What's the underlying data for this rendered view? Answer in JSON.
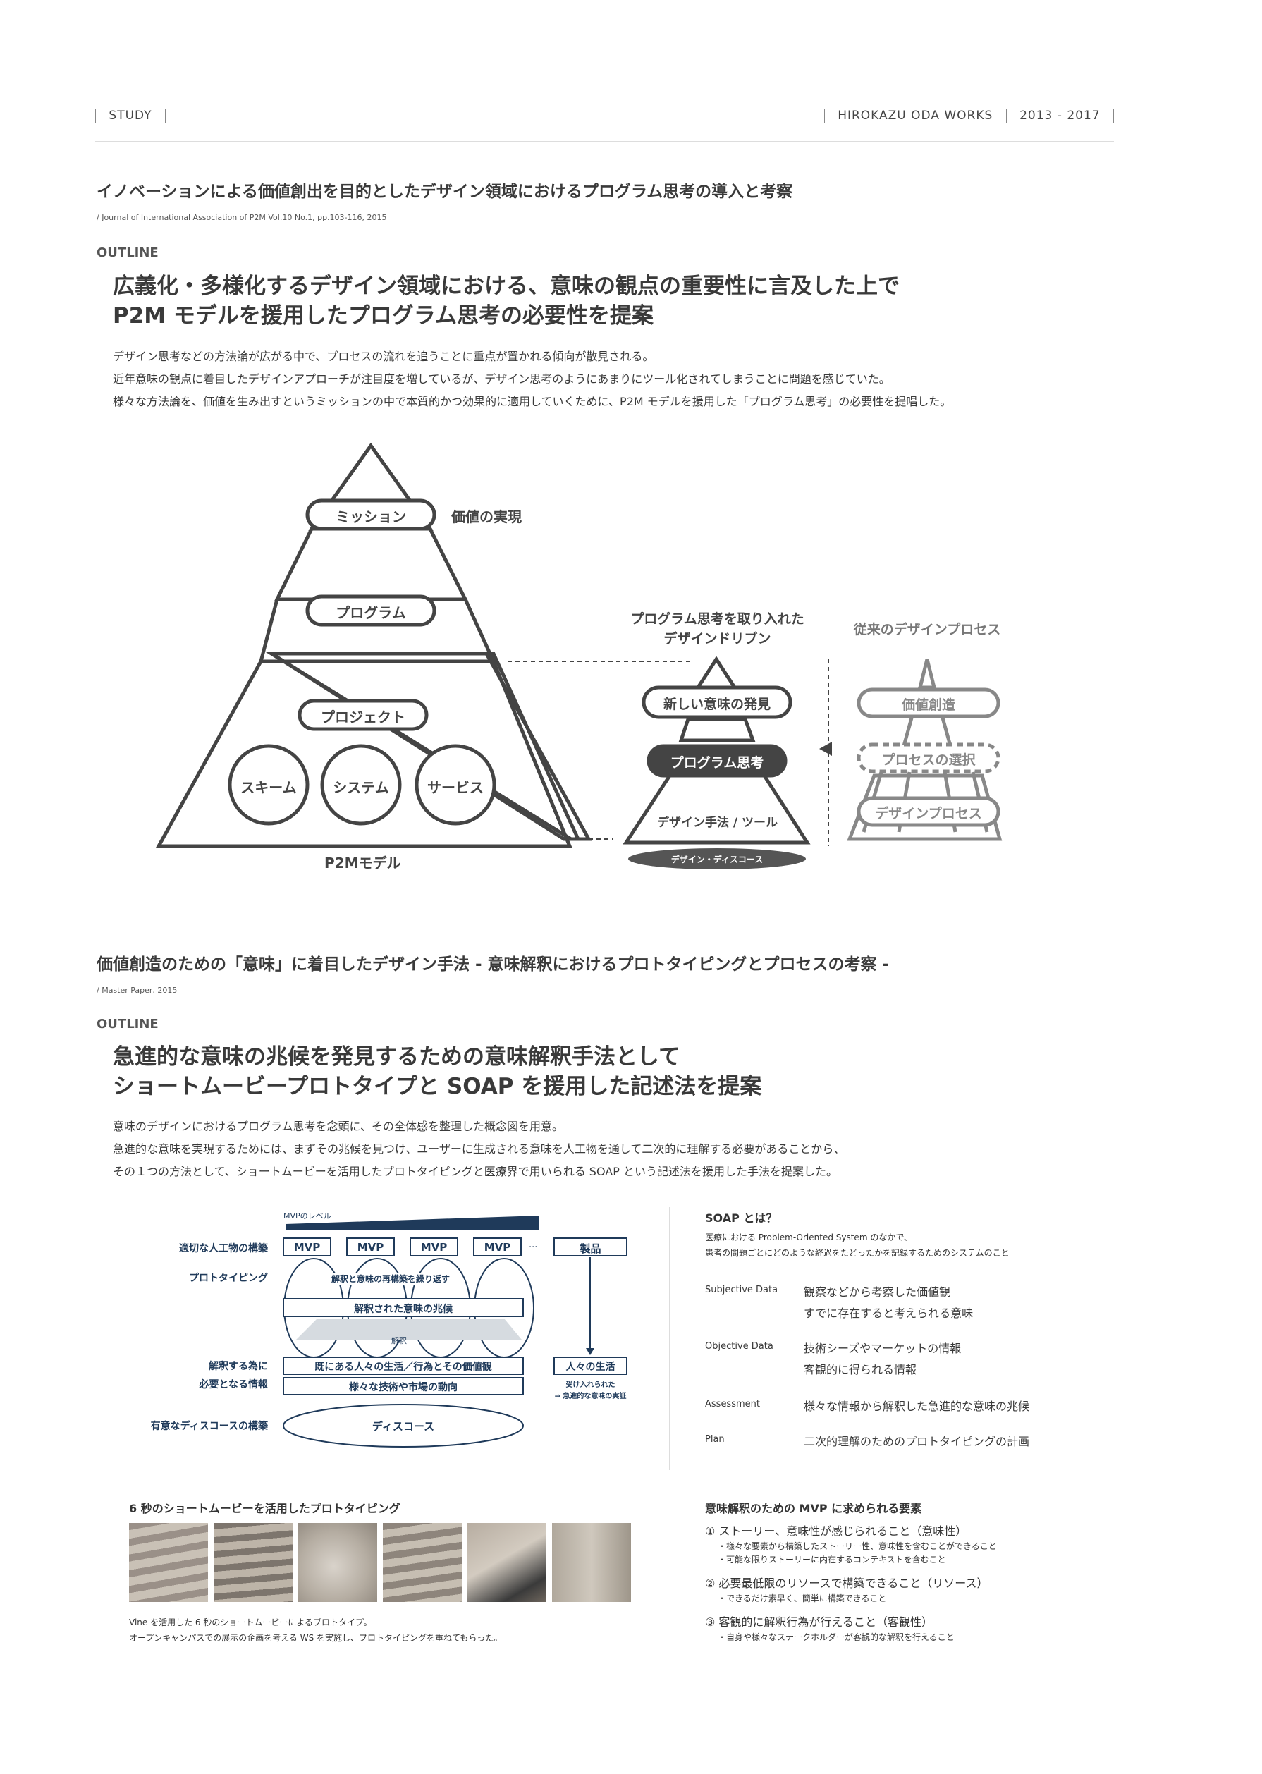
{
  "header": {
    "left": "STUDY",
    "right_name": "HIROKAZU ODA  WORKS",
    "right_years": "2013 - 2017"
  },
  "section1": {
    "title": "イノベーションによる価値創出を目的としたデザイン領域におけるプログラム思考の導入と考察",
    "citation": "/  Journal of International Association of P2M Vol.10 No.1, pp.103-116, 2015",
    "outline": "OUTLINE",
    "headline1": "広義化・多様化するデザイン領域における、意味の観点の重要性に言及した上で",
    "headline2": "P2M モデルを援用したプログラム思考の必要性を提案",
    "para": [
      "デザイン思考などの方法論が広がる中で、プロセスの流れを追うことに重点が置かれる傾向が散見される。",
      "近年意味の観点に着目したデザインアプローチが注目度を増しているが、デザイン思考のようにあまりにツール化されてしまうことに問題を感じていた。",
      "様々な方法論を、価値を生み出すというミッションの中で本質的かつ効果的に適用していくために、P2M モデルを援用した「プログラム思考」の必要性を提唱した。"
    ],
    "diagram": {
      "mission": "ミッション",
      "value_realization": "価値の実現",
      "program": "プログラム",
      "project": "プロジェクト",
      "scheme": "スキーム",
      "system": "システム",
      "service": "サービス",
      "p2m_model": "P2Mモデル",
      "driven_title1": "プログラム思考を取り入れた",
      "driven_title2": "デザインドリブン",
      "new_meaning": "新しい意味の発見",
      "program_thinking": "プログラム思考",
      "design_tools": "デザイン手法 / ツール",
      "design_discourse": "デザイン・ディスコース",
      "conventional_title": "従来のデザインプロセス",
      "value_creation": "価値創造",
      "process_selection": "プロセスの選択",
      "design_process": "デザインプロセス"
    }
  },
  "section2": {
    "title": "価値創造のための「意味」に着目したデザイン手法 - 意味解釈におけるプロトタイピングとプロセスの考察 -",
    "citation": "/  Master Paper, 2015",
    "outline": "OUTLINE",
    "headline1": "急進的な意味の兆候を発見するための意味解釈手法として",
    "headline2": "ショートムービープロトタイプと SOAP を援用した記述法を提案",
    "para": [
      "意味のデザインにおけるプログラム思考を念頭に、その全体感を整理した概念図を用意。",
      "急進的な意味を実現するためには、まずその兆候を見つけ、ユーザーに生成される意味を人工物を通して二次的に理解する必要があることから、",
      "その１つの方法として、ショートムービーを活用したプロトタイピングと医療界で用いられる SOAP という記述法を援用した手法を提案した。"
    ],
    "diagram": {
      "mvp_level": "MVPのレベル",
      "appropriate_artifact": "適切な人工物の構築",
      "prototyping": "プロトタイピング",
      "mvp": [
        "MVP",
        "MVP",
        "MVP",
        "MVP"
      ],
      "ellipsis": "...",
      "product": "製品",
      "repeat": "解釈と意味の再構築を繰り返す",
      "signs": "解釈された意味の兆候",
      "interpretation": "解釈",
      "info_for1": "解釈する為に",
      "info_for2": "必要となる情報",
      "existing": "既にある人々の生活／行為とその価値観",
      "tech": "様々な技術や市場の動向",
      "life": "人々の生活",
      "accepted1": "受け入れられた",
      "accepted2": "⇒ 急進的な意味の実証",
      "discourse_build": "有意なディスコースの構築",
      "discourse": "ディスコース"
    },
    "soap": {
      "title": "SOAP とは？",
      "desc1": "医療における  Problem-Oriented System のなかで、",
      "desc2": "患者の問題ごとにどのような経過をたどったかを記録するためのシステムのこと",
      "rows": [
        {
          "key": "Subjective Data",
          "v1": "観察などから考察した価値観",
          "v2": "すでに存在すると考えられる意味"
        },
        {
          "key": "Objective Data",
          "v1": "技術シーズやマーケットの情報",
          "v2": "客観的に得られる情報"
        },
        {
          "key": "Assessment",
          "v1": "様々な情報から解釈した急進的な意味の兆候",
          "v2": ""
        },
        {
          "key": "Plan",
          "v1": "二次的理解のためのプロトタイピングの計画",
          "v2": ""
        }
      ]
    },
    "movie": {
      "title": "6 秒のショートムービーを活用したプロトタイピング",
      "caption1": "Vine を活用した 6 秒のショートムービーによるプロトタイプ。",
      "caption2": "オープンキャンパスでの展示の企画を考える WS を実施し、プロトタイピングを重ねてもらった。"
    },
    "requirements": {
      "title": "意味解釈のための MVP に求められる要素",
      "r1": "① ストーリー、意味性が感じられること（意味性）",
      "r1a": "・様々な要素から構築したストーリー性、意味性を含むことができること",
      "r1b": "・可能な限りストーリーに内在するコンテキストを含むこと",
      "r2": "② 必要最低限のリソースで構築できること（リソース）",
      "r2a": "・できるだけ素早く、簡単に構築できること",
      "r3": "③ 客観的に解釈行為が行えること（客観性）",
      "r3a": "・自身や様々なステークホルダーが客観的な解釈を行えること"
    }
  }
}
